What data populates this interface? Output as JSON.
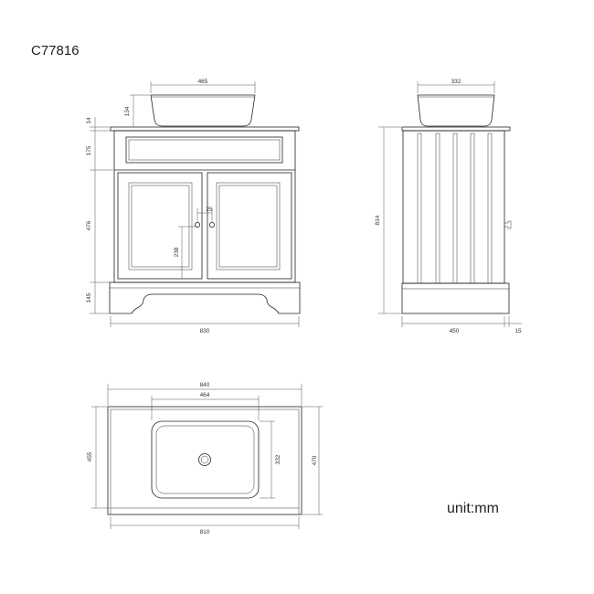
{
  "model_code": "C77816",
  "unit_label": "unit:mm",
  "front_view": {
    "basin_width": "465",
    "basin_height": "134",
    "top_thickness": "14",
    "drawer_height": "175",
    "door_height": "476",
    "plinth_height": "145",
    "cabinet_width": "830",
    "handle_gap": "25",
    "handle_height": "238"
  },
  "side_view": {
    "basin_width": "332",
    "total_height": "814",
    "depth": "450",
    "overhang": "15"
  },
  "top_view": {
    "top_width": "840",
    "basin_width": "464",
    "basin_depth": "332",
    "inner_depth": "455",
    "top_depth": "470",
    "base_width": "810"
  }
}
